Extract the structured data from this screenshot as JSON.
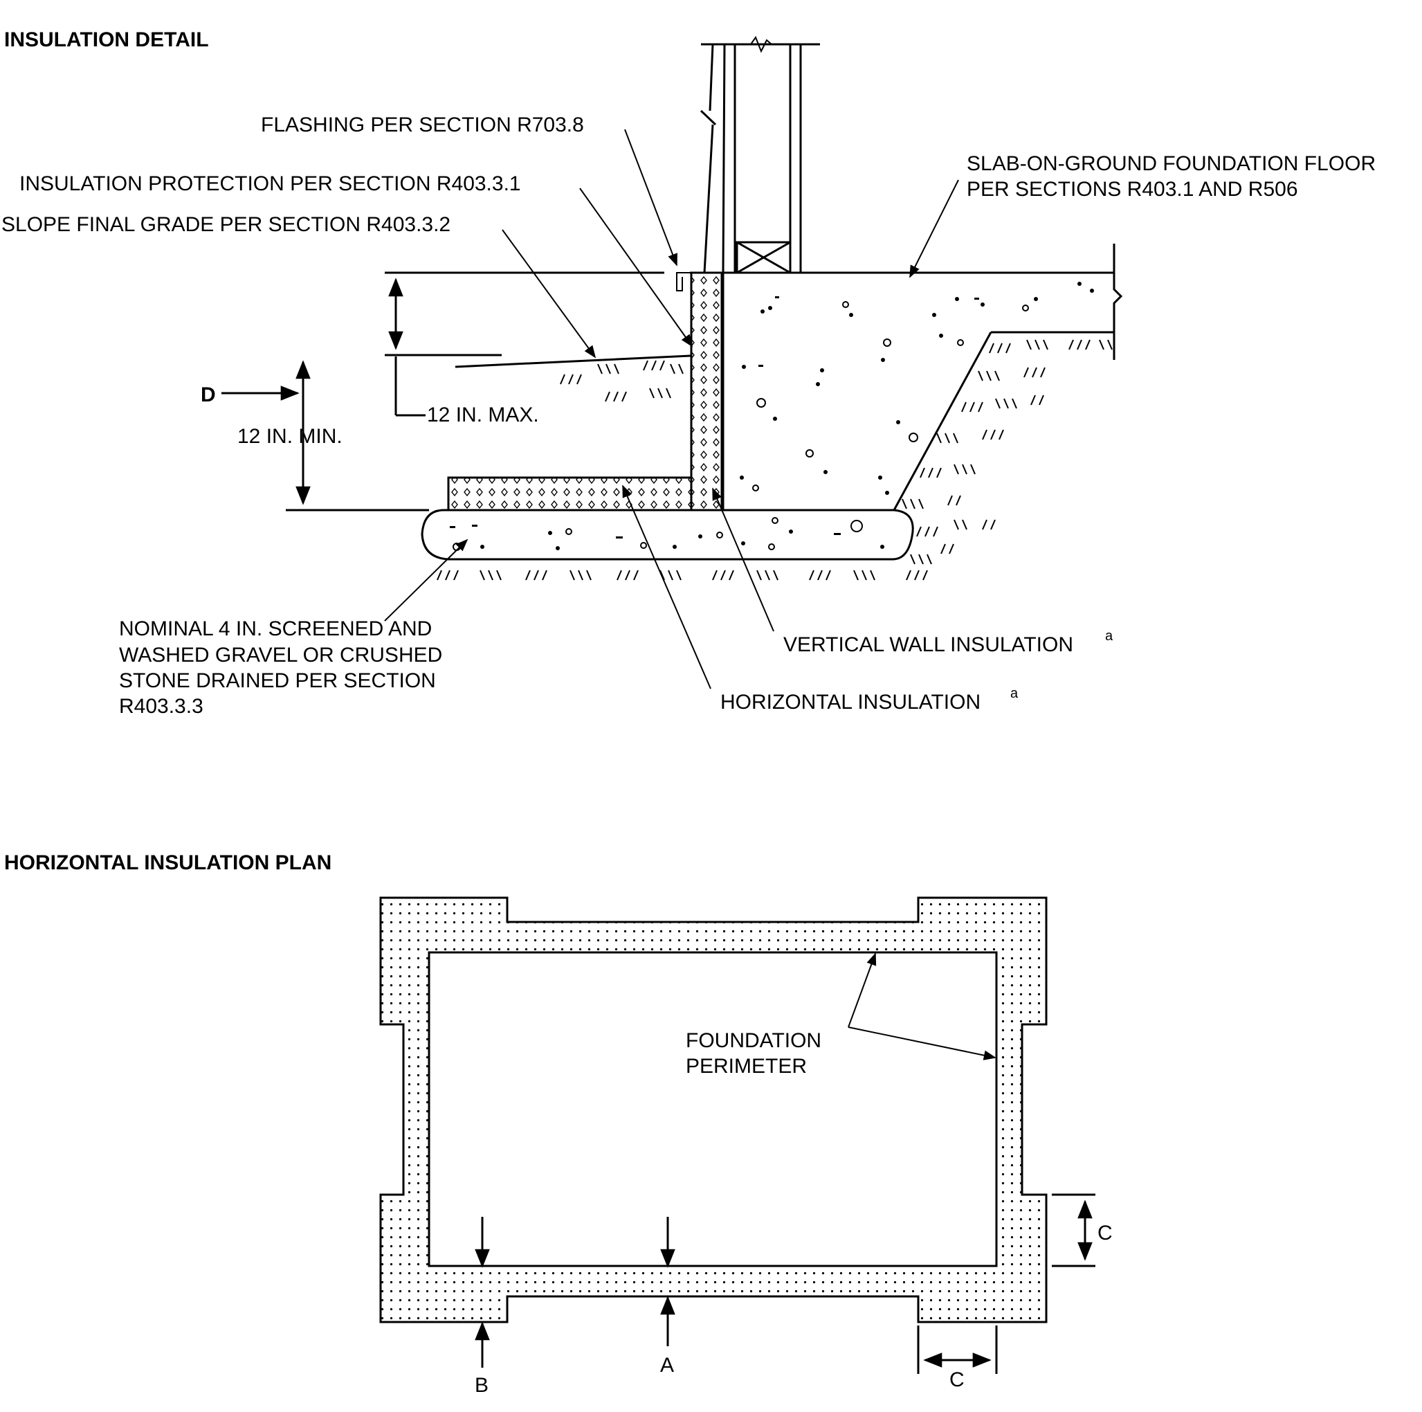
{
  "detail": {
    "title": "INSULATION DETAIL",
    "flashing": "FLASHING PER SECTION R703.8",
    "protection": "INSULATION PROTECTION PER SECTION R403.3.1",
    "slope": "SLOPE FINAL GRADE PER SECTION R403.3.2",
    "slab_line1": "SLAB-ON-GROUND FOUNDATION FLOOR",
    "slab_line2": "PER SECTIONS R403.1 AND R506",
    "dim_d": "D",
    "max12": "12 IN. MAX.",
    "min12": "12 IN. MIN.",
    "gravel_line1": "NOMINAL 4 IN. SCREENED AND",
    "gravel_line2": "WASHED GRAVEL OR CRUSHED",
    "gravel_line3": "STONE DRAINED PER SECTION",
    "gravel_line4": "R403.3.3",
    "vertical": "VERTICAL WALL INSULATION",
    "horizontal": "HORIZONTAL INSULATION",
    "footnote_mark": "a"
  },
  "plan": {
    "title": "HORIZONTAL INSULATION PLAN",
    "perimeter_line1": "FOUNDATION",
    "perimeter_line2": "PERIMETER",
    "dim_a": "A",
    "dim_b": "B",
    "dim_c_vertical": "C",
    "dim_c_horizontal": "C"
  }
}
